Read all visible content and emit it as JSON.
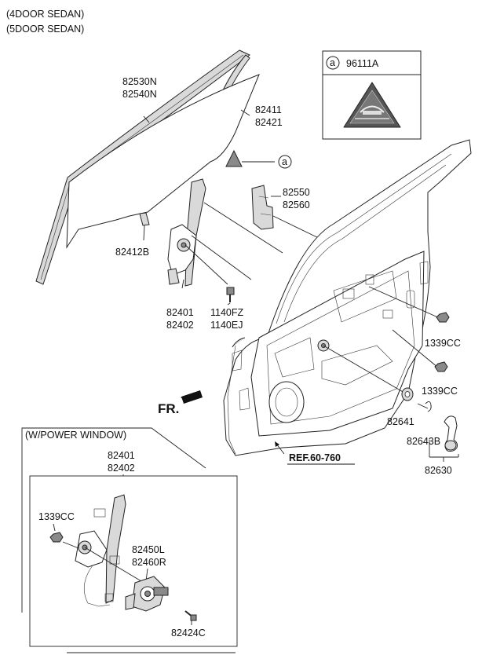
{
  "header": {
    "line1": "(4DOOR SEDAN)",
    "line2": "(5DOOR SEDAN)"
  },
  "legend_box": {
    "marker": "a",
    "part_no": "96111A"
  },
  "callout_marker": "a",
  "parts": {
    "glass_run_1": "82530N",
    "glass_run_2": "82540N",
    "glass_1": "82411",
    "glass_2": "82421",
    "weatherstrip_1": "82550",
    "weatherstrip_2": "82560",
    "glass_stopper": "82412B",
    "regulator_1": "82401",
    "regulator_2": "82402",
    "bolt_1": "1140FZ",
    "bolt_2": "1140EJ",
    "nut_upper": "1339CC",
    "nut_lower": "1339CC",
    "washer": "82641",
    "clip": "82643B",
    "handle_assy": "82630",
    "front_indicator": "FR.",
    "reference": "REF.60-760"
  },
  "power_window": {
    "title": "(W/POWER WINDOW)",
    "regulator_1": "82401",
    "regulator_2": "82402",
    "nut": "1339CC",
    "motor_1": "82450L",
    "motor_2": "82460R",
    "screw": "82424C"
  }
}
